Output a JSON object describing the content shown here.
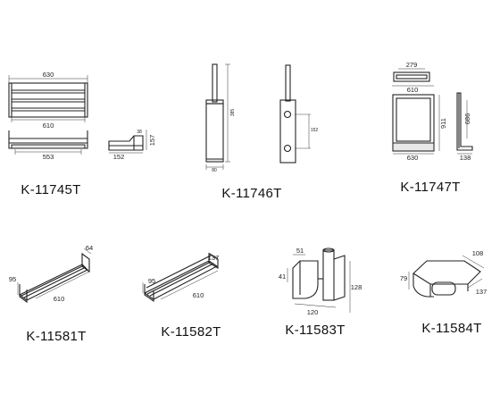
{
  "models": [
    {
      "code": "K-11745T",
      "dims": [
        "630",
        "610",
        "553",
        "152",
        "157",
        "38"
      ]
    },
    {
      "code": "K-11746T",
      "dims": [
        "385",
        "80",
        "152"
      ]
    },
    {
      "code": "K-11747T",
      "dims": [
        "279",
        "610",
        "630",
        "911",
        "686",
        "138"
      ]
    },
    {
      "code": "K-11581T",
      "dims": [
        "64",
        "95",
        "610"
      ]
    },
    {
      "code": "K-11582T",
      "dims": [
        "137",
        "95",
        "610"
      ]
    },
    {
      "code": "K-11583T",
      "dims": [
        "51",
        "41",
        "120",
        "128"
      ]
    },
    {
      "code": "K-11584T",
      "dims": [
        "108",
        "79",
        "137"
      ]
    }
  ]
}
